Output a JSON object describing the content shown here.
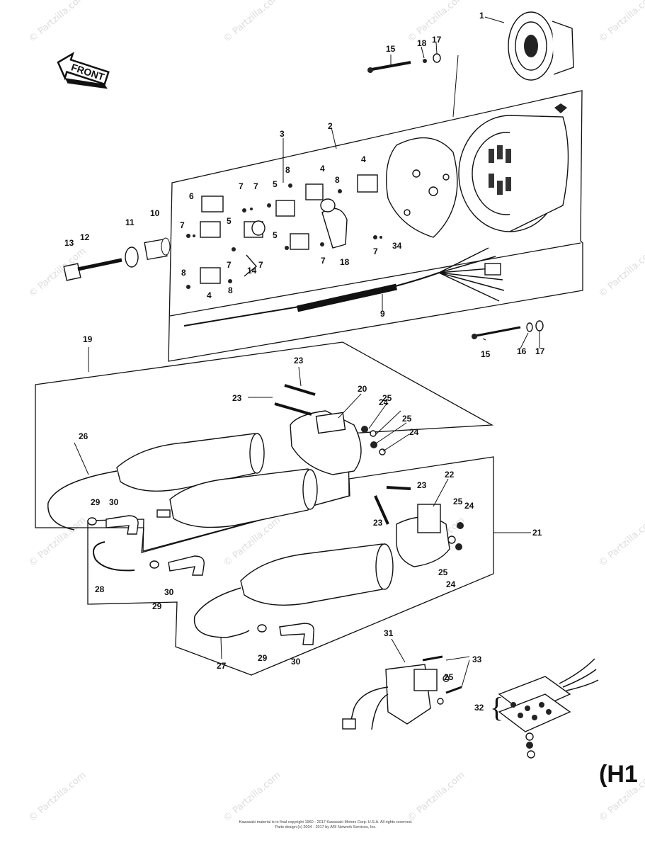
{
  "direction_label": "FRONT",
  "corner_label": "(H1",
  "copyright_lines": [
    "Kawasaki material is in final copyright 1960 - 2017 Kawasaki Motors Corp. U.S.A. All rights reserved.",
    "Parts design (c) 2004 - 2017 by ARI Network Services, Inc."
  ],
  "watermark": "© Partzilla.com",
  "callouts": {
    "c1": "1",
    "c2": "2",
    "c3": "3",
    "c4a": "4",
    "c4b": "4",
    "c4c": "4",
    "c5a": "5",
    "c5b": "5",
    "c5c": "5",
    "c6": "6",
    "c7a": "7",
    "c7b": "7",
    "c7c": "7",
    "c7d": "7",
    "c7e": "7",
    "c7f": "7",
    "c7g": "7",
    "c8a": "8",
    "c8b": "8",
    "c8c": "8",
    "c8d": "8",
    "c9": "9",
    "c10": "10",
    "c11": "11",
    "c12": "12",
    "c13": "13",
    "c14": "14",
    "c15a": "15",
    "c15b": "15",
    "c16": "16",
    "c17a": "17",
    "c17b": "17",
    "c18a": "18",
    "c18b": "18",
    "c19": "19",
    "c20": "20",
    "c21": "21",
    "c22": "22",
    "c23a": "23",
    "c23b": "23",
    "c23c": "23",
    "c23d": "23",
    "c24a": "24",
    "c24b": "24",
    "c24c": "24",
    "c24d": "24",
    "c25a": "25",
    "c25b": "25",
    "c25c": "25",
    "c25d": "25",
    "c25e": "25",
    "c26": "26",
    "c27": "27",
    "c28": "28",
    "c29a": "29",
    "c29b": "29",
    "c29c": "29",
    "c30a": "30",
    "c30b": "30",
    "c30c": "30",
    "c31": "31",
    "c32": "32",
    "c33": "33",
    "c34": "34"
  }
}
